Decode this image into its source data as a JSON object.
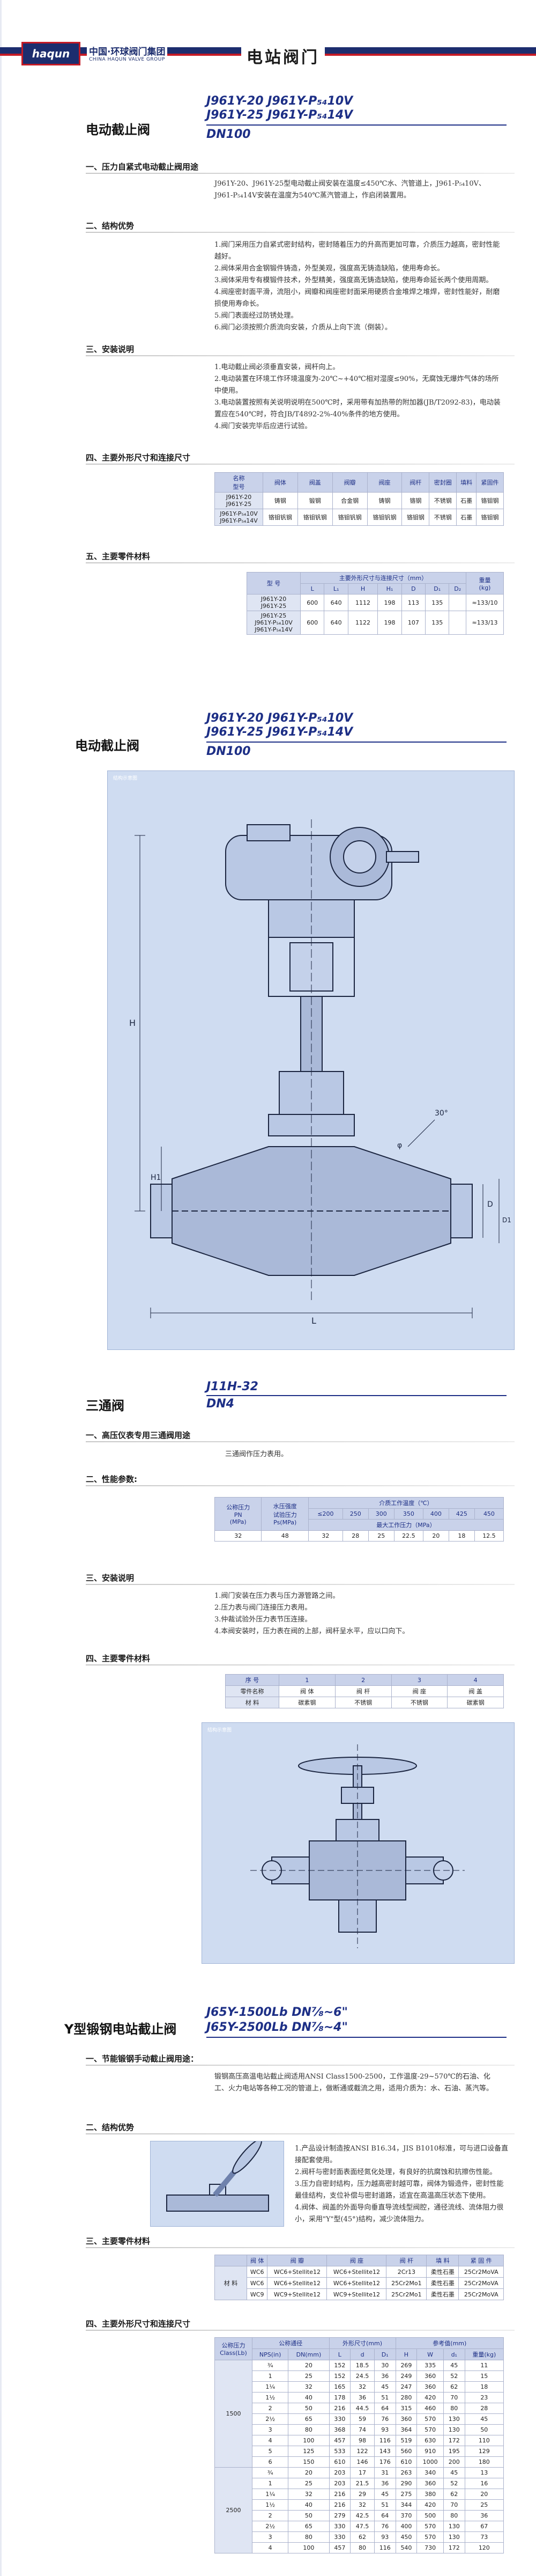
{
  "header": {
    "logo_text": "haqun",
    "company_cn": "中国·环球阀门集团",
    "company_en": "CHINA HAQUN VALVE GROUP",
    "page_title": "电站阀门"
  },
  "s1": {
    "name": "电动截止阀",
    "model_l1": "J961Y-20  J961Y-P₅₄10V",
    "model_l2": "J961Y-25  J961Y-P₅₄14V",
    "model_l3": "DN100",
    "sec1_title": "一、压力自紧式电动截止阀用途",
    "sec1_text": "J961Y-20、J961Y-25型电动截止阀安装在温度≤450℃水、汽管道上，J961-P₅₄10V、J961-P₅₄14V安装在温度为540℃蒸汽管道上，作启闭装置用。",
    "sec2_title": "二、结构优势",
    "sec2_items": [
      "1.阀门采用压力自紧式密封结构，密封随着压力的升高而更加可靠，介质压力越高，密封性能越好。",
      "2.阀体采用合金钢锻件铸造，外型美观，强度高无铸造缺陷，使用寿命长。",
      "3.阀体采用专有模锻件技术，外型精美，强度高无铸造缺陷，使用寿命延长两个使用周期。",
      "4.阀座密封面平滑，流阻小，阀瓣和阀座密封面采用硬质合金堆焊之堆焊，密封性能好，耐磨损使用寿命长。",
      "5.阀门表面经过防锈处理。",
      "6.阀门必须按照介质流向安装，介质从上向下流（倒装）。"
    ],
    "sec3_title": "三、安装说明",
    "sec3_items": [
      "1.电动截止阀必须垂直安装，阀杆向上。",
      "2.电动装置在环境工作环境温度为-20℃~+40℃相对湿度≤90%，无腐蚀无爆炸气体的场所中使用。",
      "3.电动装置按照有关说明说明在500℃时，采用带有加热带的附加器(JB/T2092-83)，电动装置应在540℃时，符合JB/T4892-2%-40%条件的地方使用。",
      "4.阀门安装完毕后应进行试验。"
    ],
    "sec4_title": "四、主要外形尺寸和连接尺寸",
    "sec5_title": "五、主要零件材料",
    "dims_table": {
      "header_left": "名称\n型号",
      "headers": [
        "阀体",
        "阀盖",
        "阀瓣",
        "阀座",
        "阀杆",
        "密封圈",
        "填料",
        "紧固件"
      ],
      "rows": [
        {
          "model": "J961Y-20\nJ961Y-25",
          "cells": [
            "铸钢",
            "锻钢",
            "合金钢",
            "铸钢",
            "铬钢",
            "不锈钢",
            "石墨",
            "铬钼钢"
          ]
        },
        {
          "model": "J961Y-P₅₄10V\nJ961Y-P₅₄14V",
          "cells": [
            "铬钼钒钢",
            "铬钼钒钢",
            "铬钼钒钢",
            "铬钼钒钢",
            "铬钼钢",
            "不锈钢",
            "石墨",
            "铬钼钢"
          ]
        }
      ]
    },
    "mat_table": {
      "h_model": "型 号",
      "h_group": "主要外形尺寸与连接尺寸（mm）",
      "h_weight": "重量\n(kg)",
      "cols": [
        "L",
        "L₁",
        "H",
        "H₁",
        "D",
        "D₁",
        "D₂"
      ],
      "rows": [
        {
          "model": "J961Y-20\nJ961Y-25",
          "vals": [
            "600",
            "640",
            "1112",
            "198",
            "113",
            "135",
            "≈133/10"
          ]
        },
        {
          "model": "J961Y-25\nJ961Y-P₅₄10V\nJ961Y-P₅₄14V",
          "vals": [
            "600",
            "640",
            "1122",
            "198",
            "107",
            "135",
            "≈133/13"
          ]
        }
      ]
    }
  },
  "s2": {
    "name": "电动截止阀",
    "model_l1": "J961Y-20  J961Y-P₅₄10V",
    "model_l2": "J961Y-25  J961Y-P₅₄14V",
    "model_l3": "DN100",
    "panel_caption": "结构示意图",
    "dim_H": "H",
    "dim_H1": "H1",
    "dim_D": "D",
    "dim_D1": "D1",
    "dim_L": "L",
    "dim_angle": "30°",
    "dim_phi": "φ"
  },
  "s3": {
    "name": "三通阀",
    "model_l1": "J11H-32",
    "model_l2": "DN4",
    "sec1_title": "一、高压仪表专用三通阀用途",
    "sec1_text": "三通阀作压力表用。",
    "sec2_title": "二、性能参数:",
    "perf": {
      "h1": "公称压力\nPN\n(MPa)",
      "h2": "水压强度\n试验压力\nPs(MPa)",
      "h_temp": "介质工作温度（℃）",
      "temps": [
        "≤200",
        "250",
        "300",
        "350",
        "400",
        "425",
        "450"
      ],
      "h_max": "最大工作压力（MPa）",
      "vals": [
        "32",
        "48",
        "32",
        "28",
        "25",
        "22.5",
        "20",
        "18",
        "12.5"
      ]
    },
    "sec3_title": "三、安装说明",
    "sec3_items": [
      "1.阀门安装在压力表与压力源管路之间。",
      "2.压力表与阀门连接压力表用。",
      "3.仲裁试验外压力表节压连接。",
      "4.本阀安装时，压力表在阀的上部，阀杆呈水平，应以口向下。"
    ],
    "sec4_title": "四、主要零件材料",
    "parts": {
      "h_seq": "序 号",
      "nums": [
        "1",
        "2",
        "3",
        "4"
      ],
      "h_name": "零件名称",
      "names": [
        "阀 体",
        "阀 杆",
        "阀 座",
        "阀 盖"
      ],
      "h_mat": "材 料",
      "mats": [
        "碳素钢",
        "不锈钢",
        "不锈钢",
        "碳素钢"
      ]
    },
    "panel_caption": "结构示意图"
  },
  "s4": {
    "name": "Y型锻钢电站截止阀",
    "model_l1": "J65Y-1500Lb  DN⅞~6\"",
    "model_l2": "J65Y-2500Lb  DN⅞~4\"",
    "sec1_title": "一、节能锻钢手动截止阀用途：",
    "sec1_text": "锻钢高压高温电站截止阀适用ANSI Class1500-2500，工作温度-29~570℃的石油、化工、火力电站等各种工况的管道上，做断通或截流之用，适用介质为：水、石油、蒸汽等。",
    "sec2_title": "二、结构优势",
    "sec2_items": [
      "1.产品设计制造按ANSI B16.34，JIS B1010标准，可与进口设备直接配套使用。",
      "2.阀杆与密封面表面经氮化处理，有良好的抗腐蚀和抗擦伤性能。",
      "3.压力自密封结构，压力越高密封越可靠，阀体为锻造件，密封性能最佳结构，支位补偿与密封道路，适宜在高温高压状态下使用。",
      "4.阀体、阀盖的外面导向垂直导流线型阀腔，通径流线、流体阻力很小，采用\"Y\"型(45°)结构，减少流体阻力。"
    ],
    "sec3_title": "三、主要零件材料",
    "mat": {
      "headers": [
        "阀 体",
        "阀 瓣",
        "阀 座",
        "阀 杆",
        "填 料",
        "紧 固 件"
      ],
      "row_label": "材 料",
      "rows": [
        [
          "WC6",
          "WC6+Stellite12",
          "WC6+Stellite12",
          "2Cr13",
          "柔性石墨",
          "25Cr2MoVA"
        ],
        [
          "WC6",
          "WC6+Stellite12",
          "WC6+Stellite12",
          "25Cr2Mo1",
          "柔性石墨",
          "25Cr2MoVA"
        ],
        [
          "WC9",
          "WC9+Stellite12",
          "WC9+Stellite12",
          "25Cr2Mo1",
          "柔性石墨",
          "25Cr2MoVA"
        ]
      ]
    },
    "sec4_title": "四、主要外形尺寸和连接尺寸",
    "dims": {
      "h_class": "公称压力\nClass(Lb)",
      "h_nps": "公称通径",
      "h_main": "外形尺寸(mm)",
      "h_ref": "参考值(mm)",
      "cols": [
        "NPS(in)",
        "DN(mm)",
        "L",
        "d",
        "D₁",
        "H",
        "W",
        "d₁",
        "重量(kg)"
      ],
      "group1_label": "1500",
      "group1": [
        [
          "¾",
          "20",
          "152",
          "18.5",
          "30",
          "269",
          "335",
          "45",
          "11"
        ],
        [
          "1",
          "25",
          "152",
          "24.5",
          "36",
          "249",
          "360",
          "52",
          "15"
        ],
        [
          "1¼",
          "32",
          "165",
          "32",
          "45",
          "247",
          "360",
          "62",
          "18"
        ],
        [
          "1½",
          "40",
          "178",
          "36",
          "51",
          "280",
          "420",
          "70",
          "23"
        ],
        [
          "2",
          "50",
          "216",
          "44.5",
          "64",
          "315",
          "460",
          "80",
          "28"
        ],
        [
          "2½",
          "65",
          "330",
          "59",
          "76",
          "360",
          "570",
          "130",
          "45"
        ],
        [
          "3",
          "80",
          "368",
          "74",
          "93",
          "364",
          "570",
          "130",
          "50"
        ],
        [
          "4",
          "100",
          "457",
          "98",
          "116",
          "519",
          "630",
          "172",
          "110"
        ],
        [
          "5",
          "125",
          "533",
          "122",
          "143",
          "560",
          "910",
          "195",
          "129"
        ],
        [
          "6",
          "150",
          "610",
          "146",
          "176",
          "610",
          "1000",
          "200",
          "180"
        ]
      ],
      "group2_label": "2500",
      "group2": [
        [
          "¾",
          "20",
          "203",
          "17",
          "31",
          "263",
          "340",
          "45",
          "13"
        ],
        [
          "1",
          "25",
          "203",
          "21.5",
          "36",
          "290",
          "360",
          "52",
          "16"
        ],
        [
          "1¼",
          "32",
          "216",
          "29",
          "45",
          "275",
          "380",
          "62",
          "20"
        ],
        [
          "1½",
          "40",
          "216",
          "32",
          "51",
          "344",
          "420",
          "70",
          "25"
        ],
        [
          "2",
          "50",
          "279",
          "42.5",
          "64",
          "370",
          "500",
          "80",
          "36"
        ],
        [
          "2½",
          "65",
          "330",
          "47.5",
          "76",
          "400",
          "570",
          "130",
          "67"
        ],
        [
          "3",
          "80",
          "330",
          "62",
          "93",
          "450",
          "570",
          "130",
          "73"
        ],
        [
          "4",
          "100",
          "457",
          "80",
          "116",
          "540",
          "730",
          "172",
          "120"
        ]
      ]
    }
  }
}
